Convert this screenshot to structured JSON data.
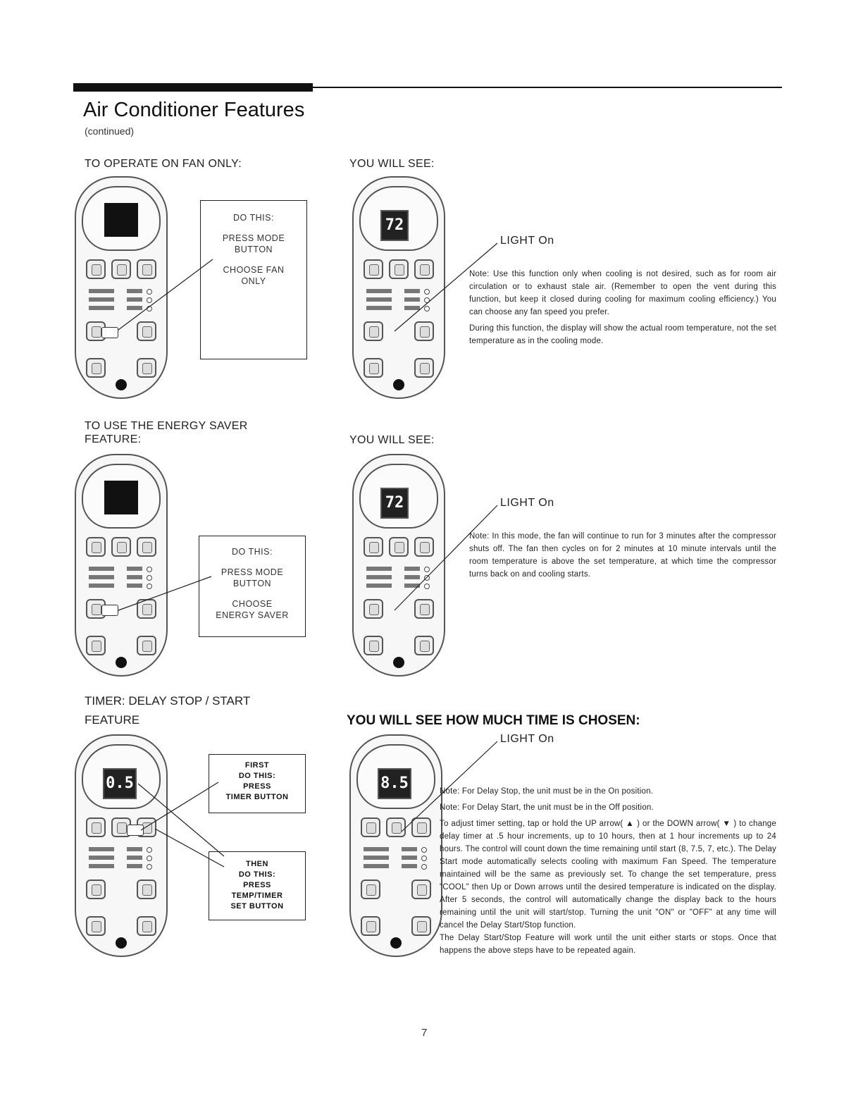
{
  "header": {
    "title": "Air Conditioner Features",
    "subtitle": "(continued)"
  },
  "fan_only": {
    "label": "TO OPERATE ON FAN ONLY:",
    "you_will_see": "YOU WILL SEE:",
    "callout": [
      "DO THIS:",
      "PRESS MODE",
      "BUTTON",
      "CHOOSE FAN",
      "ONLY"
    ],
    "light_on": "LIGHT On",
    "display": "72",
    "note1": "Note: Use this function only when cooling is not desired, such as for room air circulation or to exhaust stale air. (Remember to open the vent during this function, but keep it closed during cooling for maximum cooling efficiency.) You can choose any fan speed you prefer.",
    "note2": "During this function, the display will show the actual room temperature, not the set temperature as in the cooling mode."
  },
  "energy_saver": {
    "label_line1": "TO USE THE ENERGY SAVER",
    "label_line2": "FEATURE:",
    "you_will_see": "YOU WILL SEE:",
    "callout": [
      "DO THIS:",
      "PRESS MODE",
      "BUTTON",
      "CHOOSE",
      "ENERGY SAVER"
    ],
    "light_on": "LIGHT On",
    "display": "72",
    "note": "Note: In this mode, the fan will continue to run for 3 minutes after the compressor shuts off. The fan then cycles on for 2 minutes at 10 minute intervals until the room temperature is above the set temperature, at which time the compressor turns back on and cooling starts."
  },
  "timer": {
    "label_line1": "TIMER: DELAY STOP / START",
    "label_line2": "FEATURE",
    "you_will_see": "YOU WILL SEE HOW MUCH TIME IS CHOSEN:",
    "callout1": [
      "FIRST",
      "DO THIS:",
      "PRESS",
      "TIMER BUTTON"
    ],
    "callout2": [
      "THEN",
      "DO THIS:",
      "PRESS",
      "TEMP/TIMER",
      "SET BUTTON"
    ],
    "display_left": "0.5",
    "display_right": "8.5",
    "light_on": "LIGHT On",
    "note1": "Note: For Delay Stop, the unit must be in the On position.",
    "note2": "Note: For Delay Start, the unit must be in the Off position.",
    "note3": "To adjust timer setting, tap or hold the UP arrow( ▲ ) or the DOWN arrow( ▼ ) to change delay timer at .5 hour increments, up to 10 hours, then at 1 hour increments up to 24 hours. The control will count down the time remaining until start (8, 7.5, 7, etc.). The Delay Start mode automatically selects cooling with maximum Fan Speed. The temperature maintained will be the same as previously set. To change the set temperature, press \"COOL\" then Up or Down arrows until the desired temperature is indicated on the display. After 5 seconds, the control will automatically change the display back to the hours remaining until the unit will start/stop. Turning the unit \"ON\" or \"OFF\" at any time will cancel the Delay Start/Stop function.",
    "note4": "The Delay Start/Stop Feature will work until the unit either starts or stops. Once that happens the above steps have to be repeated again."
  },
  "page_number": "7"
}
